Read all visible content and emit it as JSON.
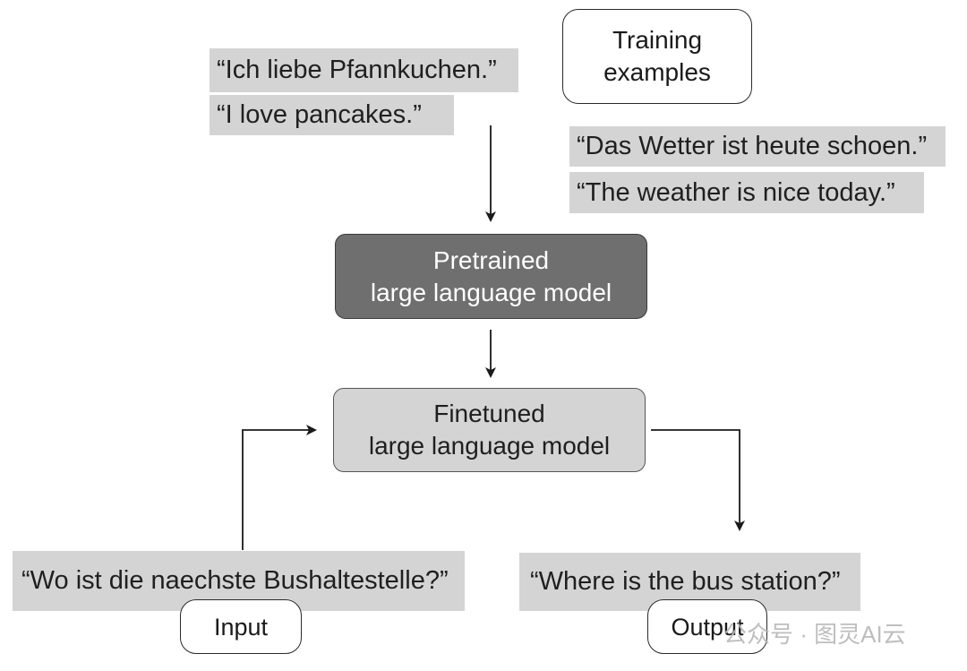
{
  "training_examples": {
    "line1": "Training",
    "line2": "examples"
  },
  "example_pairs": [
    {
      "source": "“Ich  liebe  Pfannkuchen.”",
      "target": "“I  love pancakes.”"
    },
    {
      "source": "“Das  Wetter  ist heute schoen.”",
      "target": "“The weather is nice today.”"
    }
  ],
  "pretrained_model": {
    "line1": "Pretrained",
    "line2": "large  language  model"
  },
  "finetuned_model": {
    "line1": "Finetuned",
    "line2": "large language model"
  },
  "input": {
    "text": "“Wo   ist die  naechste Bushaltestelle?”",
    "label": "Input"
  },
  "output": {
    "text": "“Where   is the bus station?”",
    "label": "Output"
  },
  "watermark": "公众号 · 图灵AI云",
  "colors": {
    "quote_bg": "#d4d4d4",
    "pretrained_bg": "#6f6f6f",
    "finetuned_bg": "#d4d4d4",
    "line": "#1a1a1a"
  }
}
